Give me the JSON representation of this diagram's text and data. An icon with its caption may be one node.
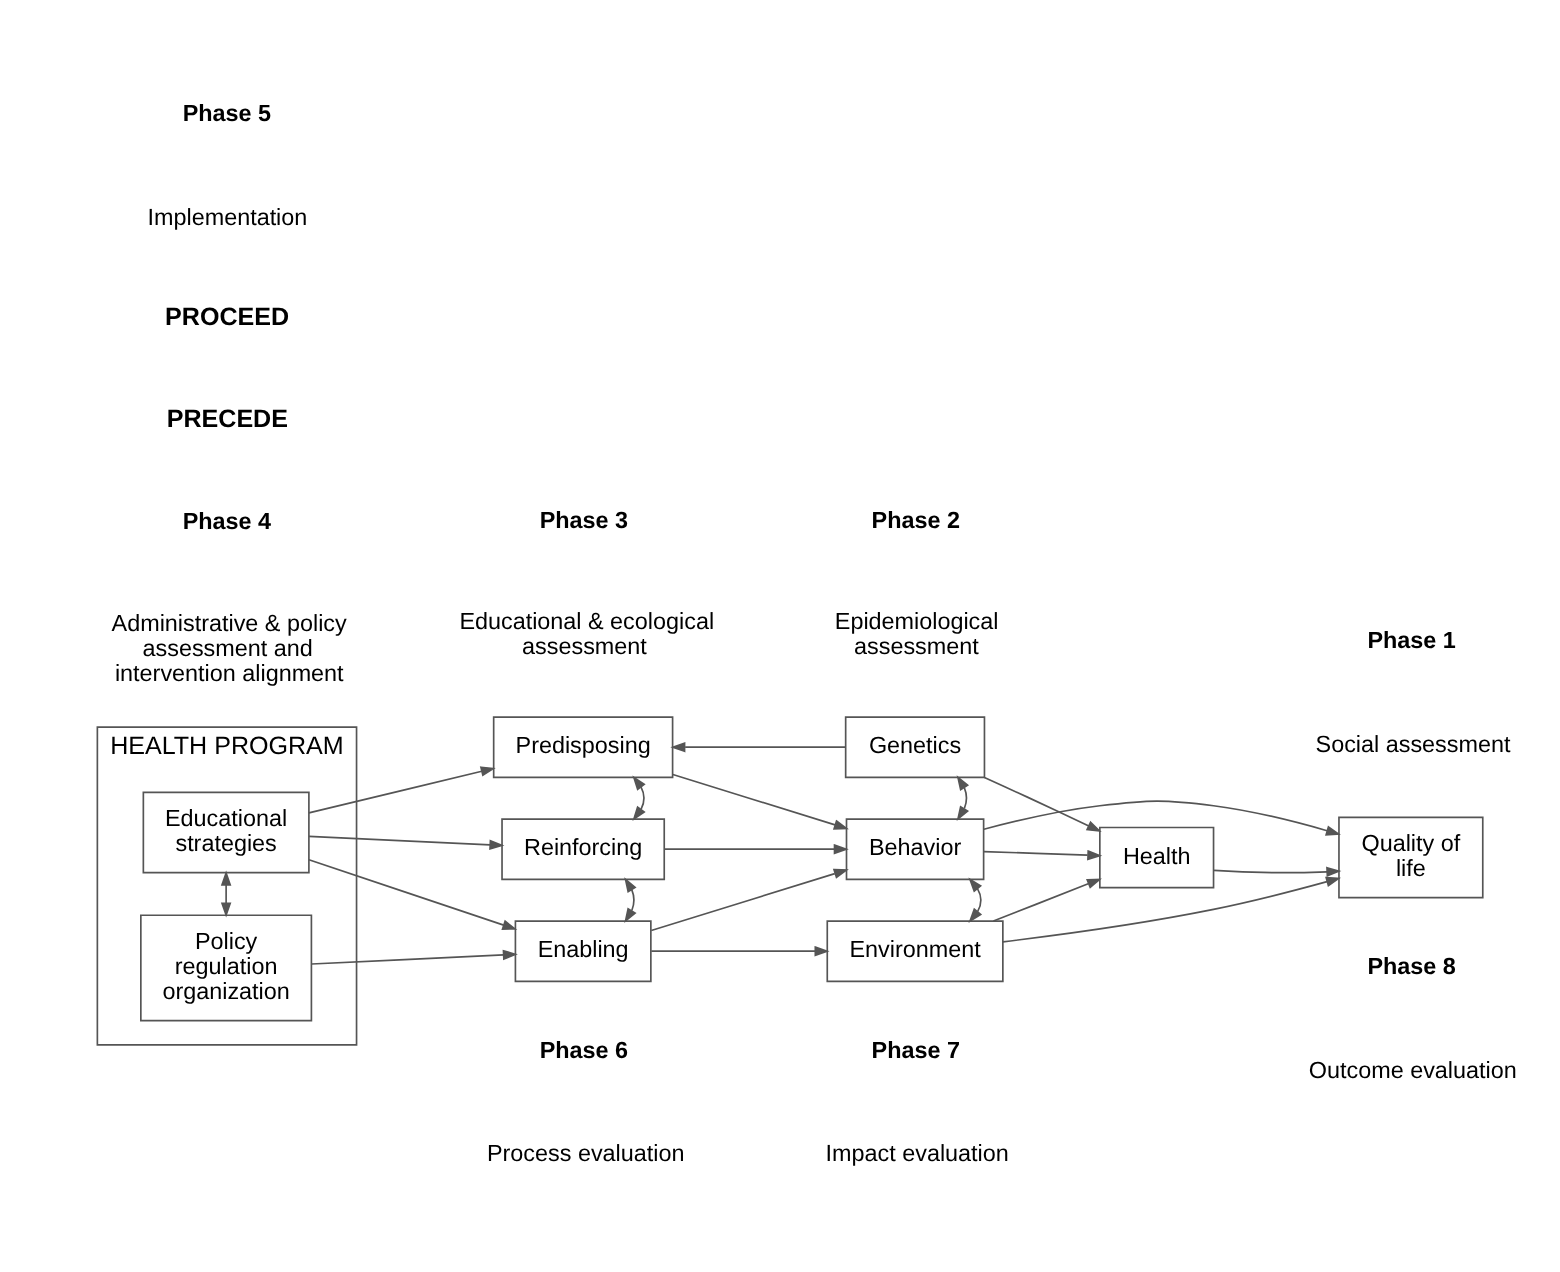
{
  "diagram": {
    "nodes": [
      {
        "text": [
          "HEALTH PROGRAM"
        ]
      },
      {
        "text": [
          "Educational strategies"
        ],
        "in": 0
      },
      {
        "text": [
          "Policy regulation organization"
        ],
        "in": 0
      },
      {
        "text": [
          "Predisposing"
        ]
      },
      {
        "text": [
          "Reinforcing"
        ]
      },
      {
        "text": [
          "Enabling"
        ]
      },
      {
        "text": [
          "Genetics"
        ]
      },
      {
        "text": [
          "Behavior"
        ]
      },
      {
        "text": [
          "Environment"
        ]
      },
      {
        "text": [
          "Health"
        ]
      },
      {
        "text": [
          "Quality of life"
        ]
      }
    ],
    "edges": [
      {
        "from": 1,
        "to": 3,
        "arrow": "to"
      },
      {
        "from": 1,
        "to": 4,
        "arrow": "to"
      },
      {
        "from": 1,
        "to": 5,
        "arrow": "to"
      },
      {
        "from": 1,
        "to": 2,
        "arrow": "both"
      },
      {
        "from": 2,
        "to": 5,
        "arrow": "to"
      },
      {
        "from": 6,
        "to": 3,
        "arrow": "to"
      },
      {
        "from": 3,
        "to": 4,
        "arrow": "both"
      },
      {
        "from": 4,
        "to": 5,
        "arrow": "both"
      },
      {
        "from": 3,
        "to": 7,
        "arrow": "to"
      },
      {
        "from": 4,
        "to": 7,
        "arrow": "to"
      },
      {
        "from": 5,
        "to": 7,
        "arrow": "to"
      },
      {
        "from": 5,
        "to": 8,
        "arrow": "to"
      },
      {
        "from": 6,
        "to": 7,
        "arrow": "both"
      },
      {
        "from": 7,
        "to": 8,
        "arrow": "both"
      },
      {
        "from": 6,
        "to": 9,
        "arrow": "to"
      },
      {
        "from": 7,
        "to": 9,
        "arrow": "to"
      },
      {
        "from": 8,
        "to": 9,
        "arrow": "to"
      },
      {
        "from": 7,
        "to": 10,
        "arrow": "to"
      },
      {
        "from": 9,
        "to": 10,
        "arrow": "to"
      },
      {
        "from": 8,
        "to": 10,
        "arrow": "to"
      }
    ],
    "labels": [
      "PRECEDE",
      "Phase 4",
      "Administrative & policy assessment and intervention alignment",
      "Phase 3",
      "Educational & ecological assessment",
      "Phase 2",
      "Epidemiological assessment",
      "Phase 1",
      "Social assessment",
      "Phase 5",
      "Implementation",
      "Phase 6",
      "Process evaluation",
      "Phase 7",
      "Impact evaluation",
      "Phase 8",
      "Outcome evaluation",
      "PROCEED"
    ]
  }
}
